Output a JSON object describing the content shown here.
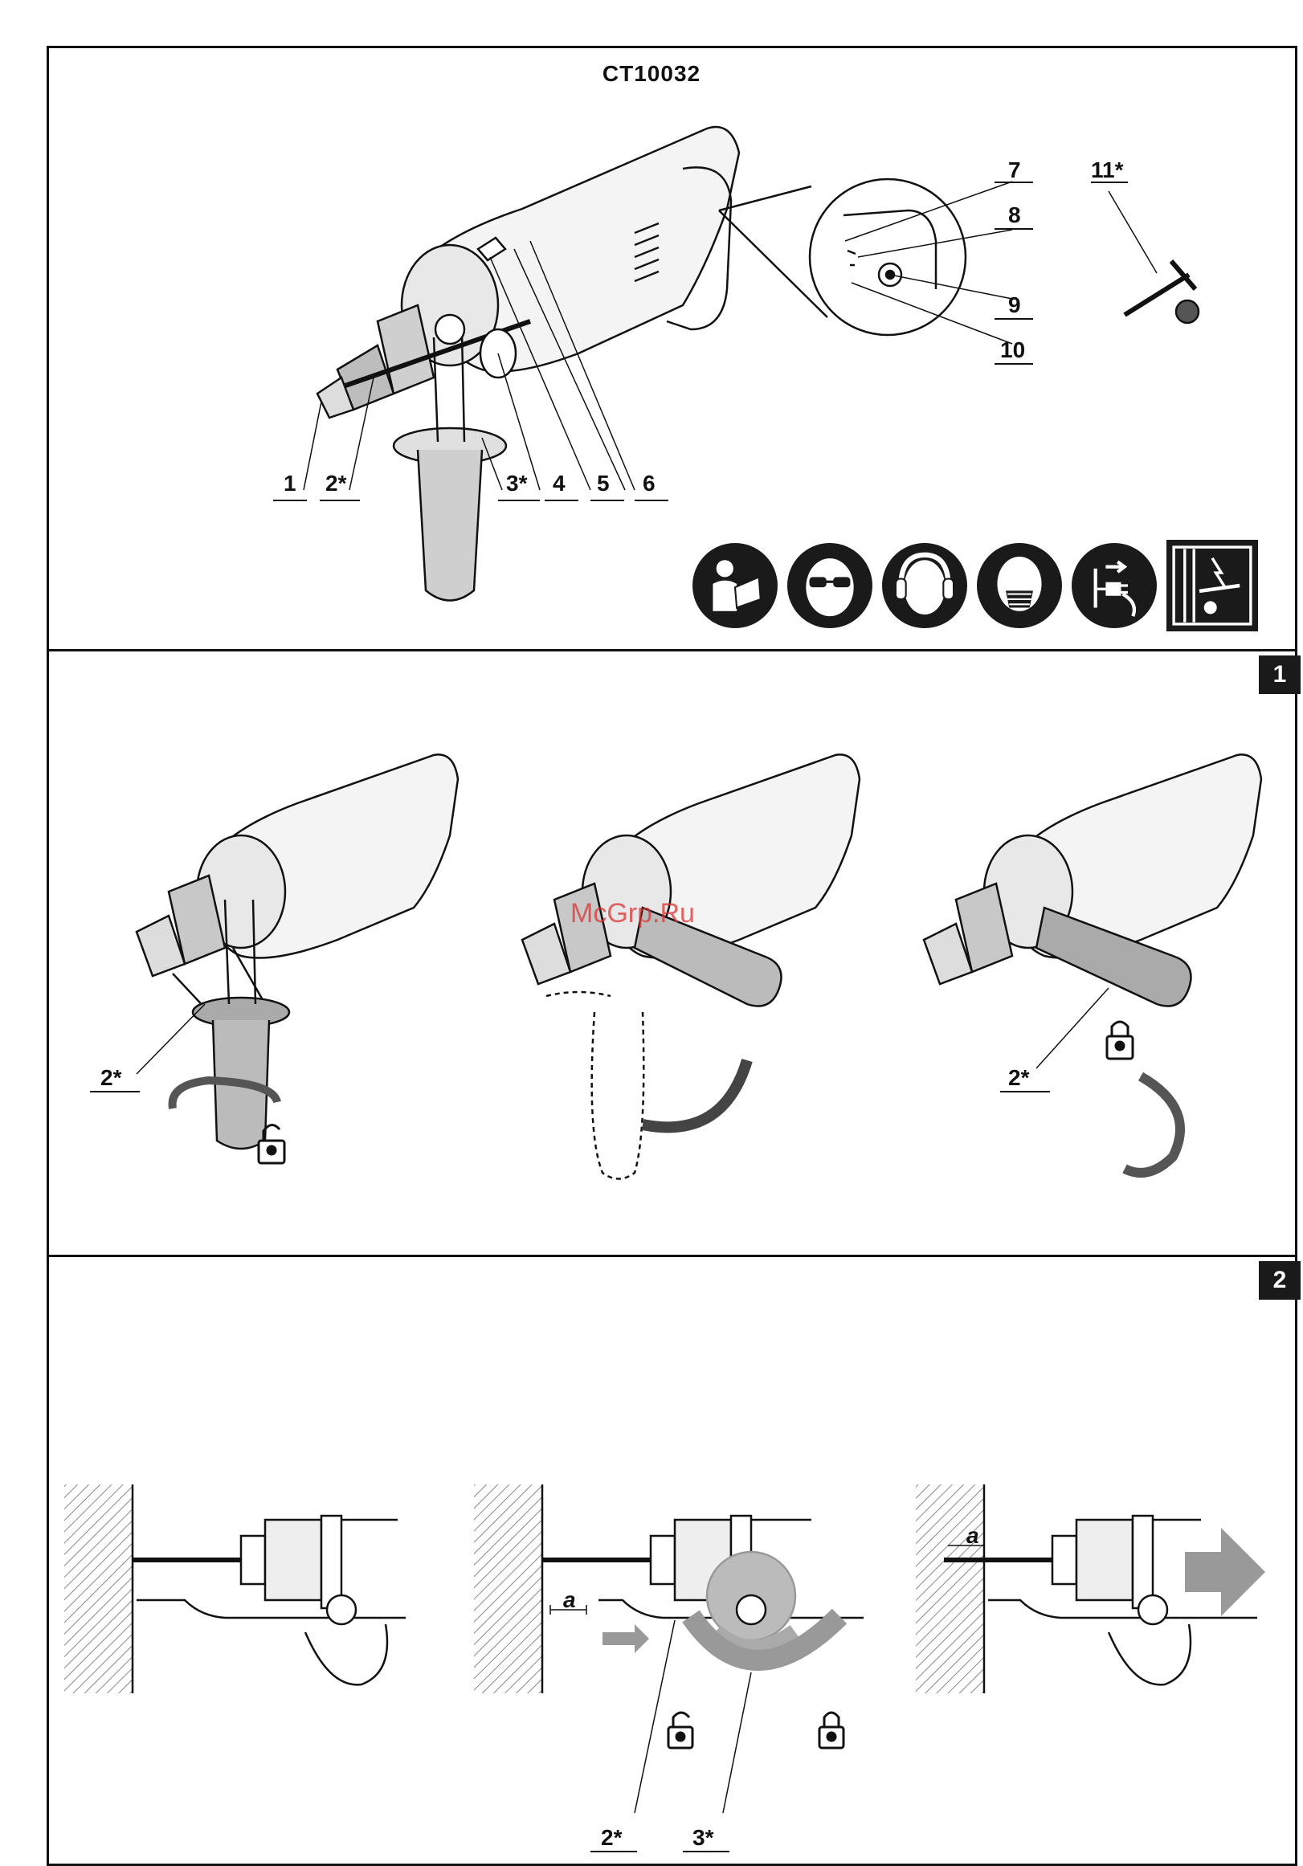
{
  "header": {
    "model": "CT10032"
  },
  "watermark": "McGrp.Ru",
  "overview_labels": [
    {
      "id": "1",
      "text": "1"
    },
    {
      "id": "2",
      "text": "2*"
    },
    {
      "id": "3",
      "text": "3*"
    },
    {
      "id": "4",
      "text": "4"
    },
    {
      "id": "5",
      "text": "5"
    },
    {
      "id": "6",
      "text": "6"
    },
    {
      "id": "7",
      "text": "7"
    },
    {
      "id": "8",
      "text": "8"
    },
    {
      "id": "9",
      "text": "9"
    },
    {
      "id": "10",
      "text": "10"
    },
    {
      "id": "11",
      "text": "11*"
    }
  ],
  "safety_icons": [
    "read-manual-icon",
    "safety-glasses-icon",
    "ear-protection-icon",
    "dust-mask-icon",
    "unplug-icon",
    "hidden-wiring-warning-icon"
  ],
  "section1": {
    "number": "1",
    "labels": [
      "2*",
      "2*"
    ]
  },
  "section2": {
    "number": "2",
    "labels": [
      "a",
      "a",
      "a",
      "2*",
      "3*"
    ]
  }
}
